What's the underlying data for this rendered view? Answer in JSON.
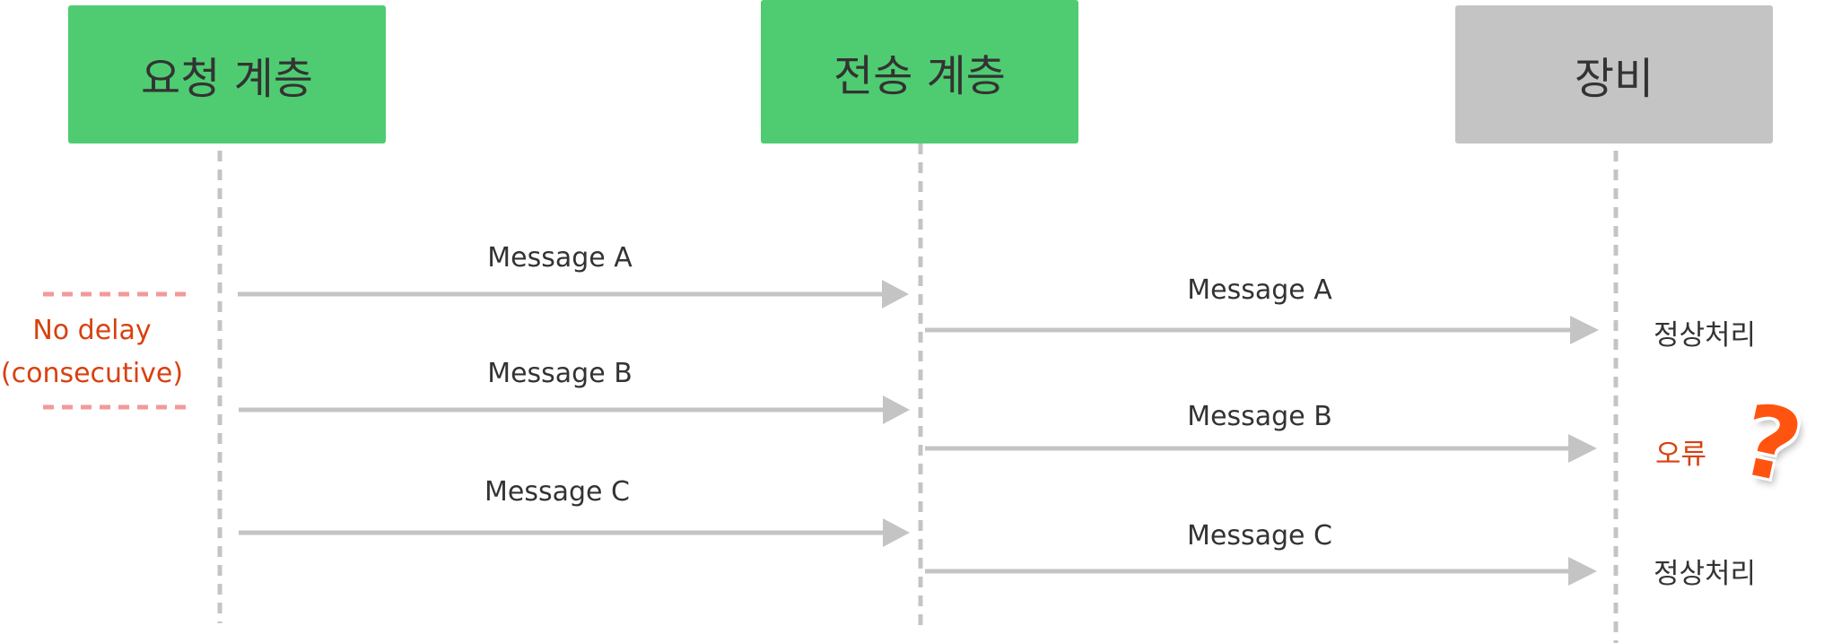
{
  "colors": {
    "green": "#4fcc71",
    "gray_box": "#c4c4c4",
    "arrow": "#c4c4c4",
    "lifeline": "#c4c4c4",
    "accent_red": "#d8410f",
    "note_dash": "#f29a9a",
    "qmark": "#ff5410"
  },
  "participants": [
    {
      "label": "요청 계층"
    },
    {
      "label": "전송 계층"
    },
    {
      "label": "장비"
    }
  ],
  "messages_left": [
    {
      "label": "Message A"
    },
    {
      "label": "Message B"
    },
    {
      "label": "Message C"
    }
  ],
  "messages_right": [
    {
      "label": "Message A",
      "result": "정상처리"
    },
    {
      "label": "Message B",
      "result": "오류"
    },
    {
      "label": "Message C",
      "result": "정상처리"
    }
  ],
  "note": {
    "line1": "No delay",
    "line2": "(consecutive)"
  },
  "error_icon": "question-mark-icon"
}
